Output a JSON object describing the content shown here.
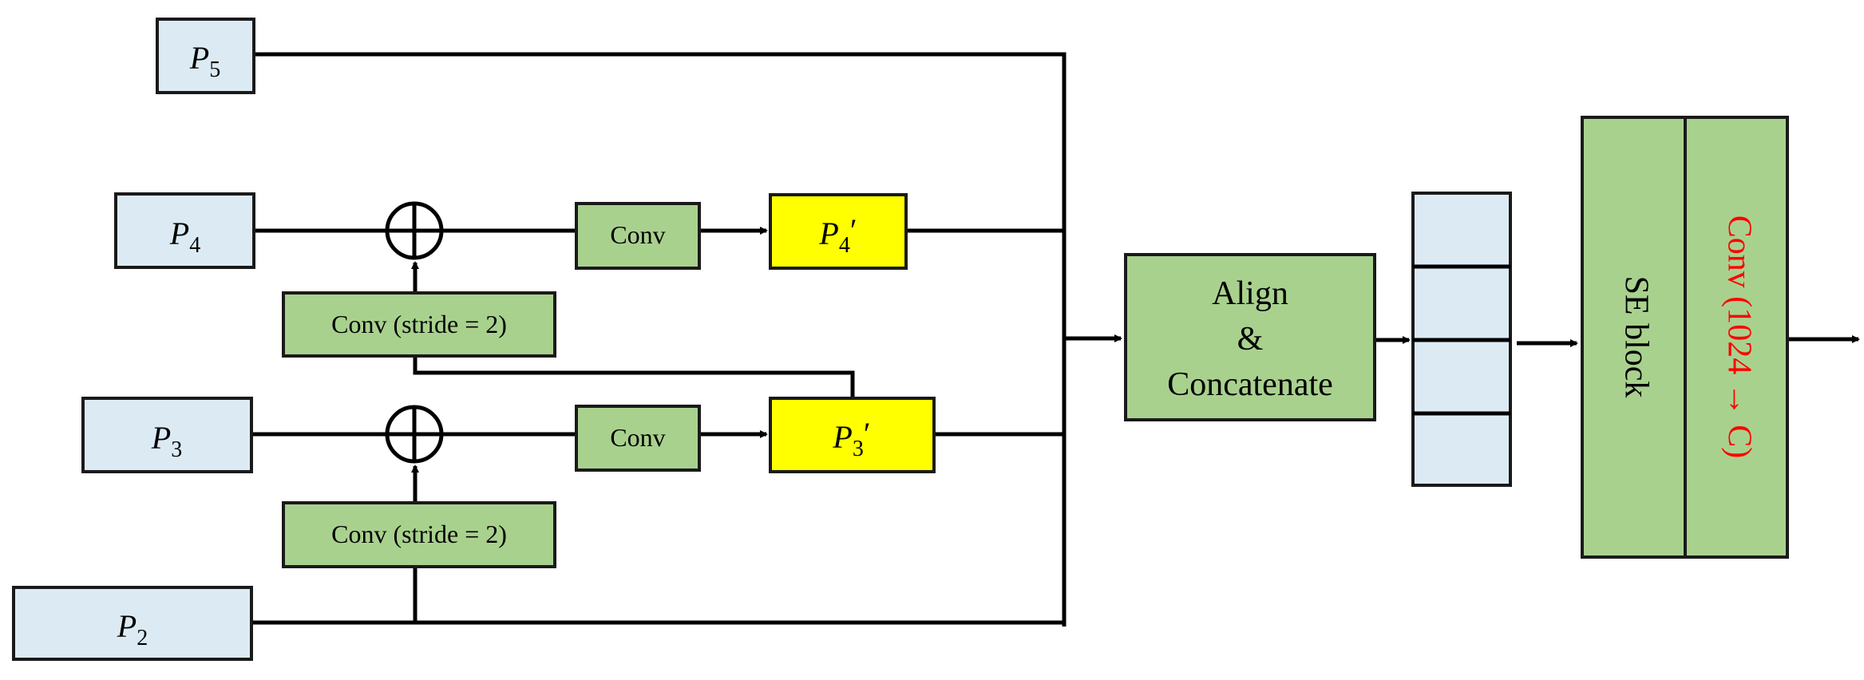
{
  "inputs": {
    "p5": {
      "base": "P",
      "sub": "5"
    },
    "p4": {
      "base": "P",
      "sub": "4"
    },
    "p3": {
      "base": "P",
      "sub": "3"
    },
    "p2": {
      "base": "P",
      "sub": "2"
    }
  },
  "outputs": {
    "p4_prime": {
      "base": "P",
      "sub": "4",
      "prime": "′"
    },
    "p3_prime": {
      "base": "P",
      "sub": "3",
      "prime": "′"
    }
  },
  "blocks": {
    "conv": "Conv",
    "conv_stride": "Conv (stride = 2)",
    "align_line1": "Align",
    "align_line2": "&",
    "align_line3": "Concatenate",
    "se_block": "SE block",
    "final_conv": "Conv (1024 → C)"
  },
  "colors": {
    "input_fill": "#dcebf3",
    "block_fill": "#a9d18e",
    "highlight_fill": "#ffff00",
    "final_conv_text": "#ff0000"
  }
}
